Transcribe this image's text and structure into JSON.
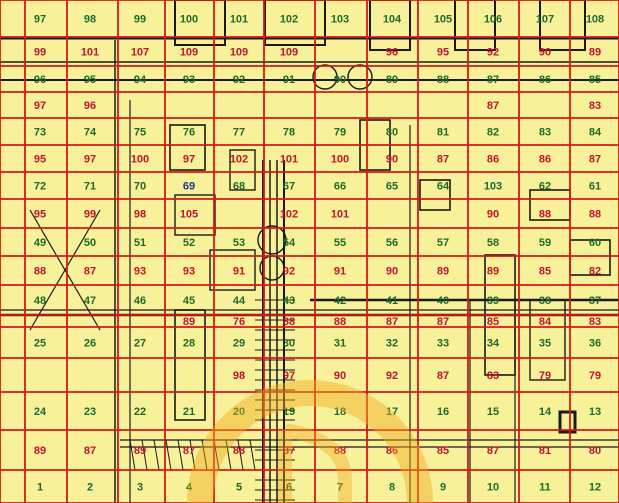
{
  "palette": {
    "background": "#f7f29a",
    "grid_red": "#d41818",
    "drawing_ink": "#1a1a1a",
    "label_red": "#c8102e",
    "label_green": "#1f6a2a",
    "label_blue": "#1b3a8a",
    "watermark": "#f2a820"
  },
  "map": {
    "watermark_icon": "logo-watermark-icon",
    "rows": [
      {
        "cells": [
          {
            "t": "97",
            "c": "green"
          },
          {
            "t": "98",
            "c": "green"
          },
          {
            "t": "99",
            "c": "green"
          },
          {
            "t": "100",
            "c": "green"
          },
          {
            "t": "101",
            "c": "green"
          },
          {
            "t": "102",
            "c": "green"
          },
          {
            "t": "103",
            "c": "green"
          },
          {
            "t": "104",
            "c": "green"
          },
          {
            "t": "105",
            "c": "green"
          },
          {
            "t": "106",
            "c": "green"
          },
          {
            "t": "107",
            "c": "green"
          },
          {
            "t": "108",
            "c": "green"
          }
        ]
      },
      {
        "cells": [
          {
            "t": "99",
            "c": "red"
          },
          {
            "t": "101",
            "c": "red"
          },
          {
            "t": "107",
            "c": "red"
          },
          {
            "t": "109",
            "c": "red"
          },
          {
            "t": "109",
            "c": "red"
          },
          {
            "t": "109",
            "c": "red"
          },
          {
            "t": "",
            "c": "red"
          },
          {
            "t": "96",
            "c": "red"
          },
          {
            "t": "95",
            "c": "red"
          },
          {
            "t": "92",
            "c": "red"
          },
          {
            "t": "90",
            "c": "red"
          },
          {
            "t": "89",
            "c": "red"
          }
        ]
      },
      {
        "cells": [
          {
            "t": "96",
            "c": "green"
          },
          {
            "t": "95",
            "c": "green"
          },
          {
            "t": "94",
            "c": "green"
          },
          {
            "t": "93",
            "c": "green"
          },
          {
            "t": "92",
            "c": "green"
          },
          {
            "t": "91",
            "c": "green"
          },
          {
            "t": "90",
            "c": "green"
          },
          {
            "t": "89",
            "c": "green"
          },
          {
            "t": "88",
            "c": "green"
          },
          {
            "t": "87",
            "c": "green"
          },
          {
            "t": "86",
            "c": "green"
          },
          {
            "t": "85",
            "c": "green"
          }
        ]
      },
      {
        "cells": [
          {
            "t": "97",
            "c": "red"
          },
          {
            "t": "96",
            "c": "red"
          },
          {
            "t": "",
            "c": "red"
          },
          {
            "t": "",
            "c": "red"
          },
          {
            "t": "",
            "c": "red"
          },
          {
            "t": "",
            "c": "red"
          },
          {
            "t": "",
            "c": "red"
          },
          {
            "t": "",
            "c": "red"
          },
          {
            "t": "",
            "c": "red"
          },
          {
            "t": "87",
            "c": "red"
          },
          {
            "t": "",
            "c": "red"
          },
          {
            "t": "83",
            "c": "red"
          }
        ]
      },
      {
        "cells": [
          {
            "t": "73",
            "c": "green"
          },
          {
            "t": "74",
            "c": "green"
          },
          {
            "t": "75",
            "c": "green"
          },
          {
            "t": "76",
            "c": "green"
          },
          {
            "t": "77",
            "c": "green"
          },
          {
            "t": "78",
            "c": "green"
          },
          {
            "t": "79",
            "c": "green"
          },
          {
            "t": "80",
            "c": "green"
          },
          {
            "t": "81",
            "c": "green"
          },
          {
            "t": "82",
            "c": "green"
          },
          {
            "t": "83",
            "c": "green"
          },
          {
            "t": "84",
            "c": "green"
          }
        ]
      },
      {
        "cells": [
          {
            "t": "95",
            "c": "red"
          },
          {
            "t": "97",
            "c": "red"
          },
          {
            "t": "100",
            "c": "red"
          },
          {
            "t": "97",
            "c": "red"
          },
          {
            "t": "102",
            "c": "red"
          },
          {
            "t": "101",
            "c": "red"
          },
          {
            "t": "100",
            "c": "red"
          },
          {
            "t": "90",
            "c": "red"
          },
          {
            "t": "87",
            "c": "red"
          },
          {
            "t": "86",
            "c": "red"
          },
          {
            "t": "86",
            "c": "red"
          },
          {
            "t": "87",
            "c": "red"
          }
        ]
      },
      {
        "cells": [
          {
            "t": "72",
            "c": "green"
          },
          {
            "t": "71",
            "c": "green"
          },
          {
            "t": "70",
            "c": "green"
          },
          {
            "t": "69",
            "c": "blue"
          },
          {
            "t": "68",
            "c": "green"
          },
          {
            "t": "67",
            "c": "green"
          },
          {
            "t": "66",
            "c": "green"
          },
          {
            "t": "65",
            "c": "green"
          },
          {
            "t": "64",
            "c": "green"
          },
          {
            "t": "103",
            "c": "green"
          },
          {
            "t": "62",
            "c": "green"
          },
          {
            "t": "61",
            "c": "green"
          }
        ]
      },
      {
        "cells": [
          {
            "t": "95",
            "c": "red"
          },
          {
            "t": "99",
            "c": "red"
          },
          {
            "t": "98",
            "c": "red"
          },
          {
            "t": "105",
            "c": "red"
          },
          {
            "t": "",
            "c": "red"
          },
          {
            "t": "102",
            "c": "red"
          },
          {
            "t": "101",
            "c": "red"
          },
          {
            "t": "",
            "c": "red"
          },
          {
            "t": "",
            "c": "red"
          },
          {
            "t": "90",
            "c": "red"
          },
          {
            "t": "88",
            "c": "red"
          },
          {
            "t": "88",
            "c": "red"
          }
        ]
      },
      {
        "cells": [
          {
            "t": "49",
            "c": "green"
          },
          {
            "t": "50",
            "c": "green"
          },
          {
            "t": "51",
            "c": "green"
          },
          {
            "t": "52",
            "c": "green"
          },
          {
            "t": "53",
            "c": "green"
          },
          {
            "t": "54",
            "c": "green"
          },
          {
            "t": "55",
            "c": "green"
          },
          {
            "t": "56",
            "c": "green"
          },
          {
            "t": "57",
            "c": "green"
          },
          {
            "t": "58",
            "c": "green"
          },
          {
            "t": "59",
            "c": "green"
          },
          {
            "t": "60",
            "c": "green"
          }
        ]
      },
      {
        "cells": [
          {
            "t": "88",
            "c": "red"
          },
          {
            "t": "87",
            "c": "red"
          },
          {
            "t": "93",
            "c": "red"
          },
          {
            "t": "93",
            "c": "red"
          },
          {
            "t": "91",
            "c": "red"
          },
          {
            "t": "92",
            "c": "red"
          },
          {
            "t": "91",
            "c": "red"
          },
          {
            "t": "90",
            "c": "red"
          },
          {
            "t": "89",
            "c": "red"
          },
          {
            "t": "89",
            "c": "red"
          },
          {
            "t": "85",
            "c": "red"
          },
          {
            "t": "82",
            "c": "red"
          }
        ]
      },
      {
        "cells": [
          {
            "t": "48",
            "c": "green"
          },
          {
            "t": "47",
            "c": "green"
          },
          {
            "t": "46",
            "c": "green"
          },
          {
            "t": "45",
            "c": "green"
          },
          {
            "t": "44",
            "c": "green"
          },
          {
            "t": "43",
            "c": "green"
          },
          {
            "t": "42",
            "c": "green"
          },
          {
            "t": "41",
            "c": "green"
          },
          {
            "t": "40",
            "c": "green"
          },
          {
            "t": "39",
            "c": "green"
          },
          {
            "t": "38",
            "c": "green"
          },
          {
            "t": "37",
            "c": "green"
          }
        ]
      },
      {
        "cells": [
          {
            "t": "",
            "c": "red"
          },
          {
            "t": "",
            "c": "red"
          },
          {
            "t": "",
            "c": "red"
          },
          {
            "t": "89",
            "c": "red"
          },
          {
            "t": "76",
            "c": "red"
          },
          {
            "t": "88",
            "c": "red"
          },
          {
            "t": "88",
            "c": "red"
          },
          {
            "t": "87",
            "c": "red"
          },
          {
            "t": "87",
            "c": "red"
          },
          {
            "t": "85",
            "c": "red"
          },
          {
            "t": "84",
            "c": "red"
          },
          {
            "t": "83",
            "c": "red"
          }
        ]
      },
      {
        "cells": [
          {
            "t": "25",
            "c": "green"
          },
          {
            "t": "26",
            "c": "green"
          },
          {
            "t": "27",
            "c": "green"
          },
          {
            "t": "28",
            "c": "green"
          },
          {
            "t": "29",
            "c": "green"
          },
          {
            "t": "30",
            "c": "green"
          },
          {
            "t": "31",
            "c": "green"
          },
          {
            "t": "32",
            "c": "green"
          },
          {
            "t": "33",
            "c": "green"
          },
          {
            "t": "34",
            "c": "green"
          },
          {
            "t": "35",
            "c": "green"
          },
          {
            "t": "36",
            "c": "green"
          }
        ]
      },
      {
        "cells": [
          {
            "t": "",
            "c": "red"
          },
          {
            "t": "",
            "c": "red"
          },
          {
            "t": "",
            "c": "red"
          },
          {
            "t": "",
            "c": "red"
          },
          {
            "t": "98",
            "c": "red"
          },
          {
            "t": "97",
            "c": "red"
          },
          {
            "t": "90",
            "c": "red"
          },
          {
            "t": "92",
            "c": "red"
          },
          {
            "t": "87",
            "c": "red"
          },
          {
            "t": "83",
            "c": "red"
          },
          {
            "t": "79",
            "c": "red"
          },
          {
            "t": "79",
            "c": "red"
          }
        ]
      },
      {
        "cells": [
          {
            "t": "24",
            "c": "green"
          },
          {
            "t": "23",
            "c": "green"
          },
          {
            "t": "22",
            "c": "green"
          },
          {
            "t": "21",
            "c": "green"
          },
          {
            "t": "20",
            "c": "green"
          },
          {
            "t": "19",
            "c": "green"
          },
          {
            "t": "18",
            "c": "green"
          },
          {
            "t": "17",
            "c": "green"
          },
          {
            "t": "16",
            "c": "green"
          },
          {
            "t": "15",
            "c": "green"
          },
          {
            "t": "14",
            "c": "green"
          },
          {
            "t": "13",
            "c": "green"
          }
        ]
      },
      {
        "cells": [
          {
            "t": "89",
            "c": "red"
          },
          {
            "t": "87",
            "c": "red"
          },
          {
            "t": "89",
            "c": "red"
          },
          {
            "t": "87",
            "c": "red"
          },
          {
            "t": "88",
            "c": "red"
          },
          {
            "t": "87",
            "c": "red"
          },
          {
            "t": "88",
            "c": "red"
          },
          {
            "t": "86",
            "c": "red"
          },
          {
            "t": "85",
            "c": "red"
          },
          {
            "t": "87",
            "c": "red"
          },
          {
            "t": "81",
            "c": "red"
          },
          {
            "t": "80",
            "c": "red"
          }
        ]
      },
      {
        "cells": [
          {
            "t": "1",
            "c": "green"
          },
          {
            "t": "2",
            "c": "green"
          },
          {
            "t": "3",
            "c": "green"
          },
          {
            "t": "4",
            "c": "green"
          },
          {
            "t": "5",
            "c": "green"
          },
          {
            "t": "6",
            "c": "green"
          },
          {
            "t": "7",
            "c": "green"
          },
          {
            "t": "8",
            "c": "green"
          },
          {
            "t": "9",
            "c": "green"
          },
          {
            "t": "10",
            "c": "green"
          },
          {
            "t": "11",
            "c": "green"
          },
          {
            "t": "12",
            "c": "green"
          }
        ]
      }
    ]
  }
}
